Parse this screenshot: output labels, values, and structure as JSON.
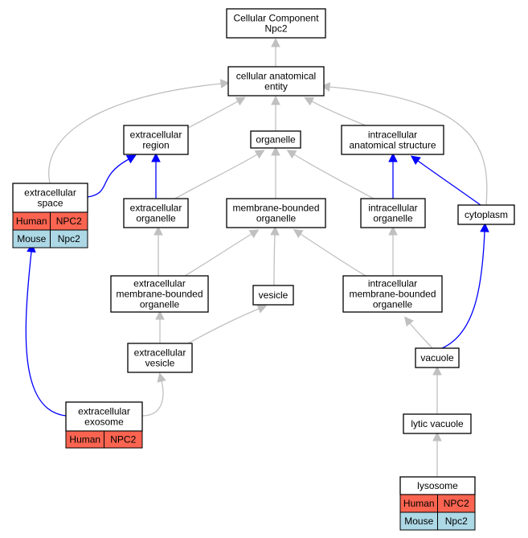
{
  "colors": {
    "gray_edge": "#c0c0c0",
    "blue_edge": "#0000ff",
    "human": "#fa6450",
    "mouse": "#add8e6"
  },
  "nodes": {
    "root": {
      "lines": [
        "Cellular Component",
        "Npc2"
      ]
    },
    "cae": {
      "lines": [
        "cellular anatomical",
        "entity"
      ]
    },
    "ecr": {
      "lines": [
        "extracellular",
        "region"
      ]
    },
    "org": {
      "lines": [
        "organelle"
      ]
    },
    "ias": {
      "lines": [
        "intracellular",
        "anatomical structure"
      ]
    },
    "ecs": {
      "lines": [
        "extracellular",
        "space"
      ],
      "rows": [
        [
          "Human",
          "NPC2"
        ],
        [
          "Mouse",
          "Npc2"
        ]
      ]
    },
    "eco": {
      "lines": [
        "extracellular",
        "organelle"
      ]
    },
    "mbo": {
      "lines": [
        "membrane-bounded",
        "organelle"
      ]
    },
    "ico": {
      "lines": [
        "intracellular",
        "organelle"
      ]
    },
    "cyto": {
      "lines": [
        "cytoplasm"
      ]
    },
    "ecmbo": {
      "lines": [
        "extracellular",
        "membrane-bounded",
        "organelle"
      ]
    },
    "ves": {
      "lines": [
        "vesicle"
      ]
    },
    "icmbo": {
      "lines": [
        "intracellular",
        "membrane-bounded",
        "organelle"
      ]
    },
    "ecv": {
      "lines": [
        "extracellular",
        "vesicle"
      ]
    },
    "vac": {
      "lines": [
        "vacuole"
      ]
    },
    "exo": {
      "lines": [
        "extracellular",
        "exosome"
      ],
      "rows": [
        [
          "Human",
          "NPC2"
        ]
      ]
    },
    "lytic": {
      "lines": [
        "lytic vacuole"
      ]
    },
    "lyso": {
      "lines": [
        "lysosome"
      ],
      "rows": [
        [
          "Human",
          "NPC2"
        ],
        [
          "Mouse",
          "Npc2"
        ]
      ]
    }
  },
  "edges": [
    {
      "from": "cae",
      "to": "root",
      "color": "gray"
    },
    {
      "from": "ecr",
      "to": "cae",
      "color": "gray"
    },
    {
      "from": "org",
      "to": "cae",
      "color": "gray"
    },
    {
      "from": "ias",
      "to": "cae",
      "color": "gray"
    },
    {
      "from": "ecs",
      "to": "cae",
      "color": "gray"
    },
    {
      "from": "cyto",
      "to": "cae",
      "color": "gray"
    },
    {
      "from": "ecs",
      "to": "ecr",
      "color": "blue"
    },
    {
      "from": "eco",
      "to": "ecr",
      "color": "blue"
    },
    {
      "from": "eco",
      "to": "org",
      "color": "gray"
    },
    {
      "from": "mbo",
      "to": "org",
      "color": "gray"
    },
    {
      "from": "ico",
      "to": "org",
      "color": "gray"
    },
    {
      "from": "ico",
      "to": "ias",
      "color": "blue"
    },
    {
      "from": "cyto",
      "to": "ias",
      "color": "blue"
    },
    {
      "from": "ecmbo",
      "to": "eco",
      "color": "gray"
    },
    {
      "from": "ecmbo",
      "to": "mbo",
      "color": "gray"
    },
    {
      "from": "ves",
      "to": "mbo",
      "color": "gray"
    },
    {
      "from": "icmbo",
      "to": "mbo",
      "color": "gray"
    },
    {
      "from": "icmbo",
      "to": "ico",
      "color": "gray"
    },
    {
      "from": "ecv",
      "to": "ecmbo",
      "color": "gray"
    },
    {
      "from": "ecv",
      "to": "ves",
      "color": "gray"
    },
    {
      "from": "vac",
      "to": "icmbo",
      "color": "gray"
    },
    {
      "from": "vac",
      "to": "cyto",
      "color": "blue"
    },
    {
      "from": "exo",
      "to": "ecv",
      "color": "gray"
    },
    {
      "from": "exo",
      "to": "ecs",
      "color": "blue"
    },
    {
      "from": "lytic",
      "to": "vac",
      "color": "gray"
    },
    {
      "from": "lyso",
      "to": "lytic",
      "color": "gray"
    }
  ]
}
